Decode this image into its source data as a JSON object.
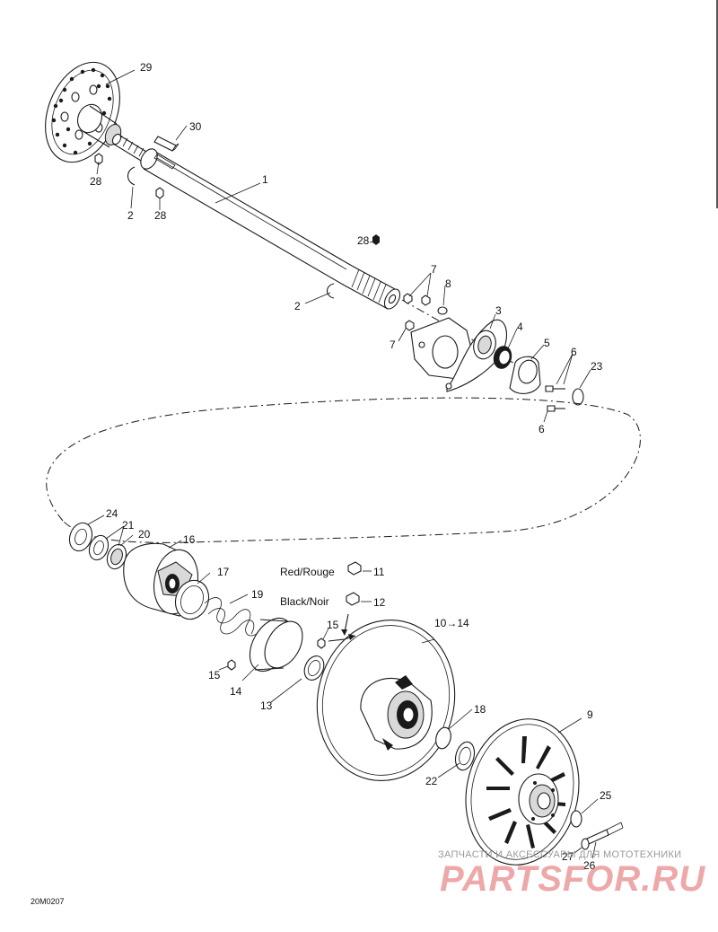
{
  "callouts": {
    "n1": "1",
    "n2a": "2",
    "n2b": "2",
    "n3": "3",
    "n4": "4",
    "n5": "5",
    "n6a": "6",
    "n6b": "6",
    "n7a": "7",
    "n7b": "7",
    "n8": "8",
    "n9": "9",
    "n10": "10→14",
    "n11": "11",
    "n12": "12",
    "n13": "13",
    "n14": "14",
    "n15a": "15",
    "n15b": "15",
    "n16": "16",
    "n17": "17",
    "n18": "18",
    "n19": "19",
    "n20": "20",
    "n21": "21",
    "n22": "22",
    "n23": "23",
    "n24": "24",
    "n25": "25",
    "n26": "26",
    "n27": "27",
    "n28a": "28",
    "n28b": "28",
    "n28c": "28",
    "n29": "29",
    "n30": "30"
  },
  "labels": {
    "red": "Red/Rouge",
    "black": "Black/Noir"
  },
  "drawing_code": "20M0207",
  "watermark": {
    "top_text": "ЗАПЧАСТИ И АКСЕССУАРЫ ДЛЯ МОТОТЕХНИКИ",
    "logo_text": "PARTSFOR.RU"
  }
}
